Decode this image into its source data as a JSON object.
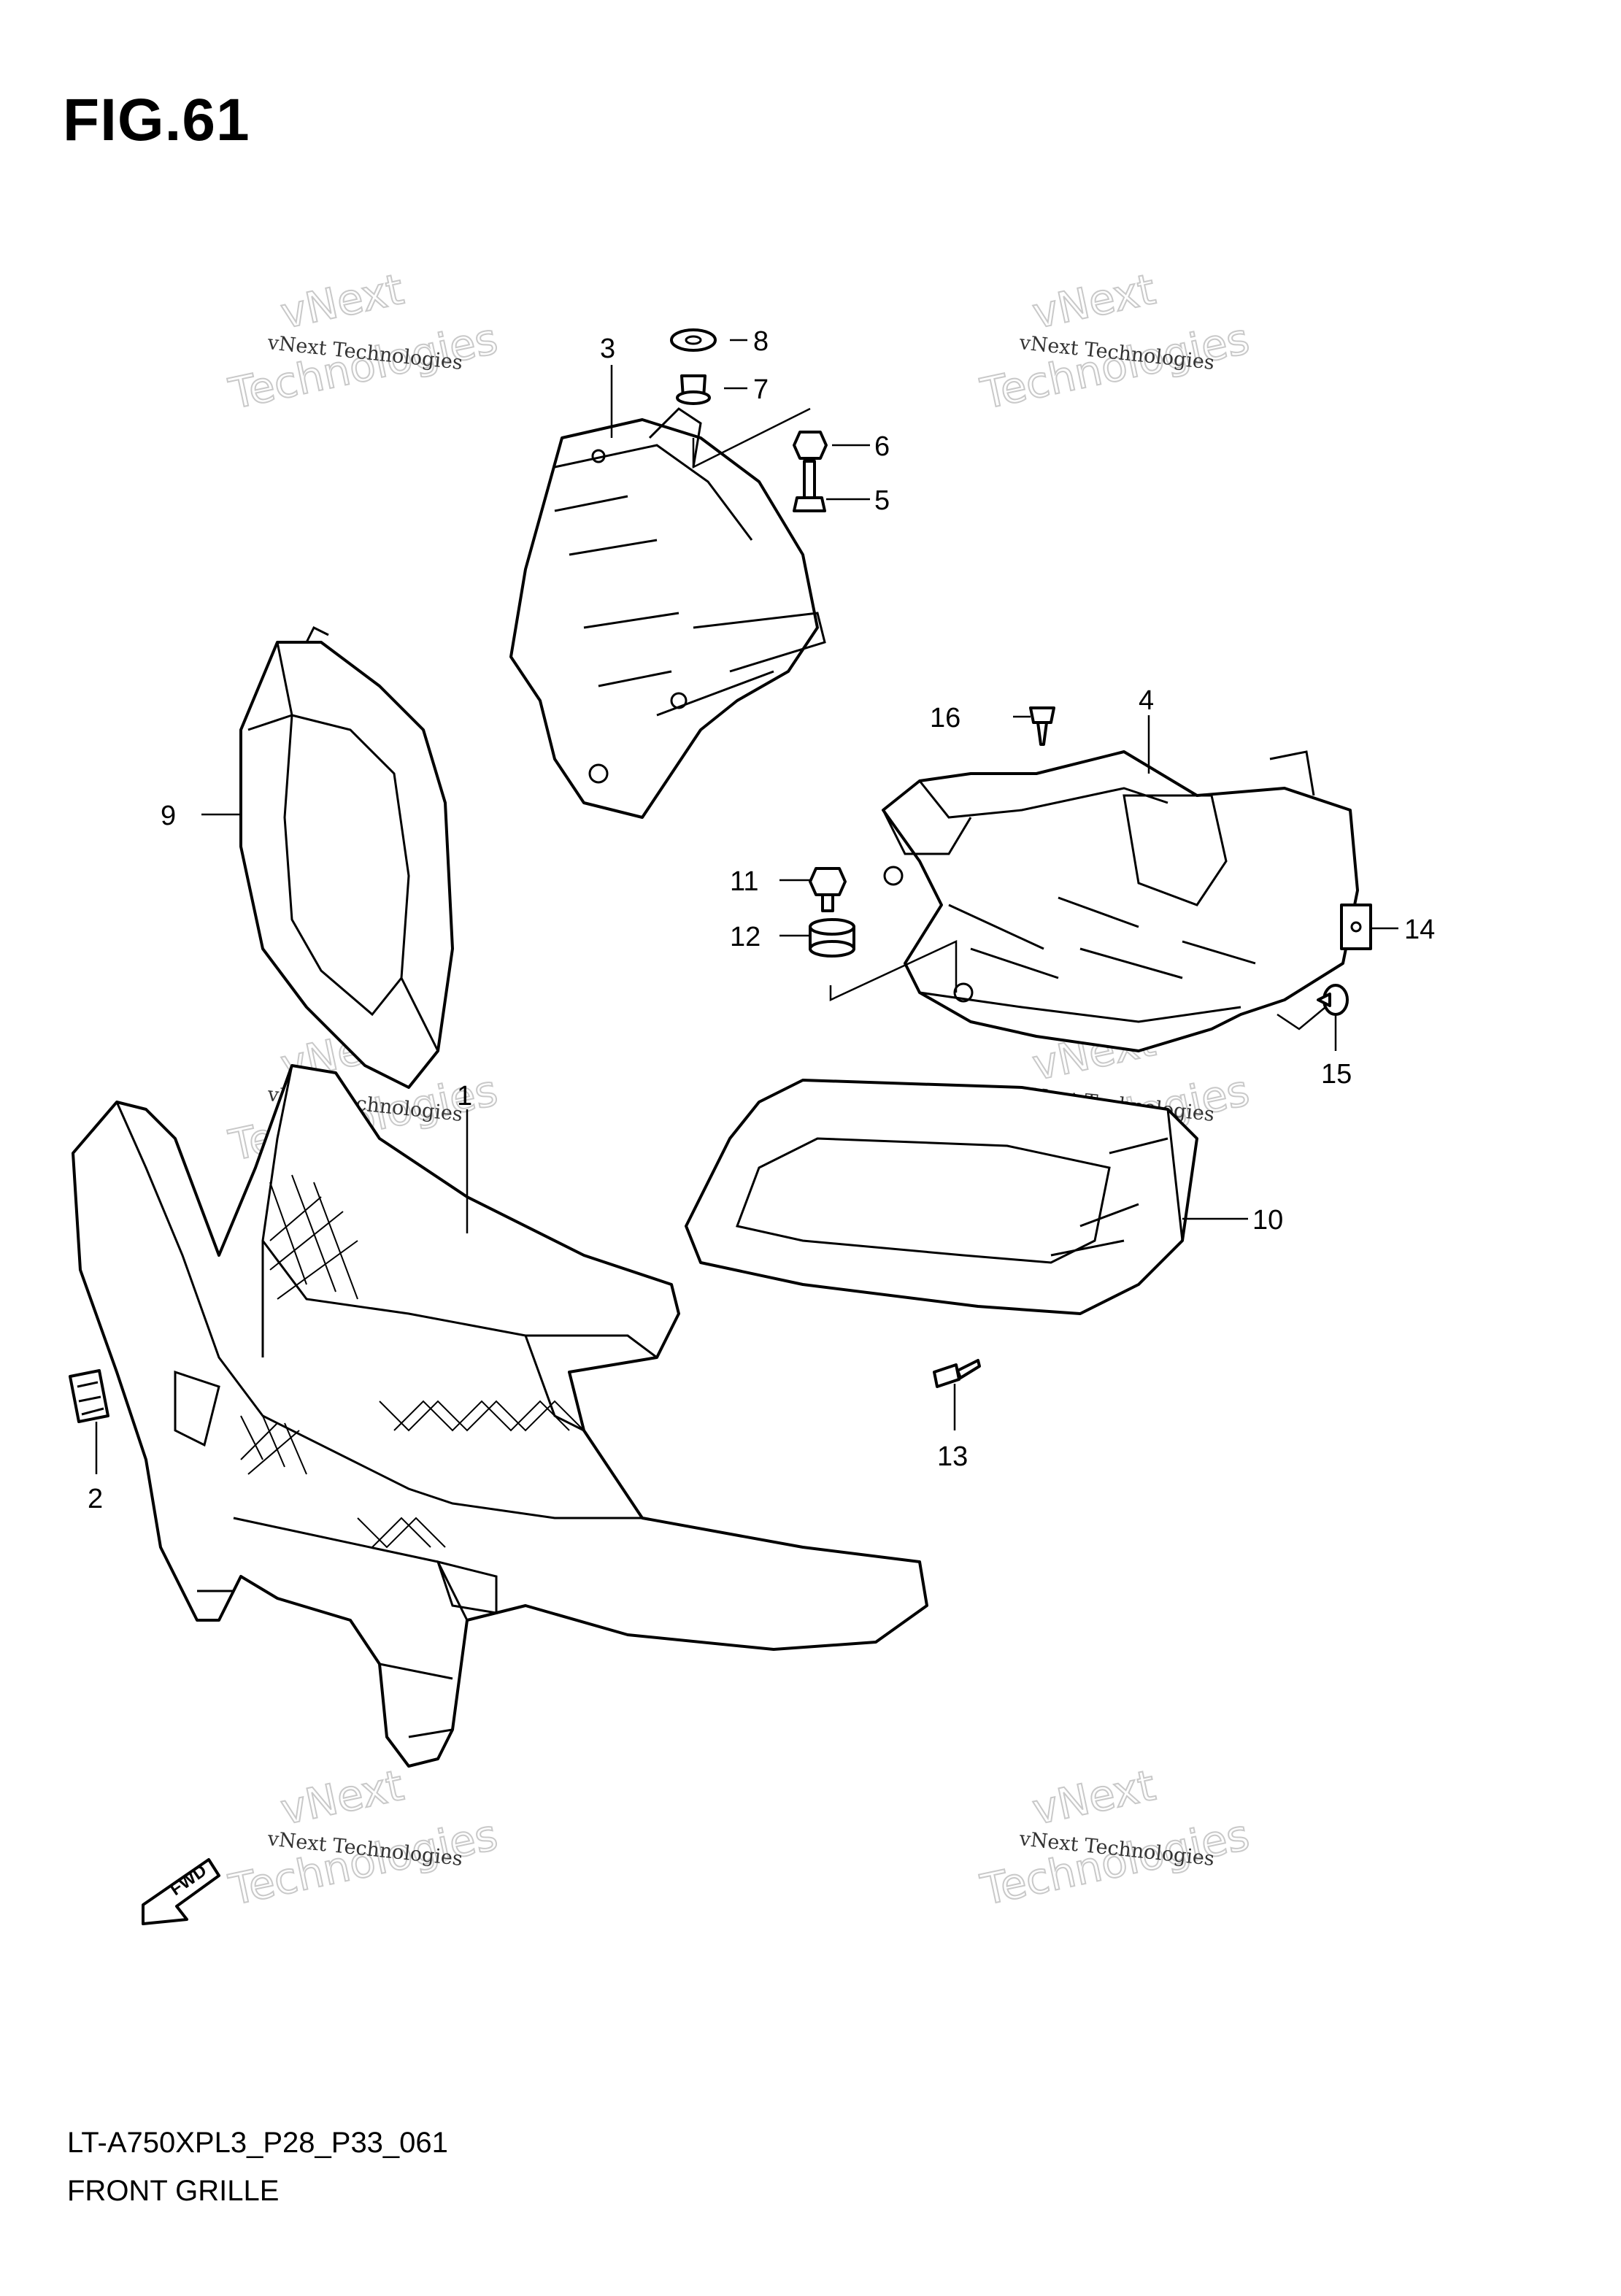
{
  "figure": {
    "title": "FIG.61",
    "code": "LT-A750XPL3_P28_P33_061",
    "name": "FRONT GRILLE"
  },
  "watermark": {
    "line1": "vNext Technologies",
    "line2": "vNext",
    "line3": "Technologies"
  },
  "callouts": [
    "1",
    "2",
    "3",
    "4",
    "5",
    "6",
    "7",
    "8",
    "9",
    "10",
    "11",
    "12",
    "13",
    "14",
    "15",
    "16"
  ],
  "direction_badge": "FWD"
}
